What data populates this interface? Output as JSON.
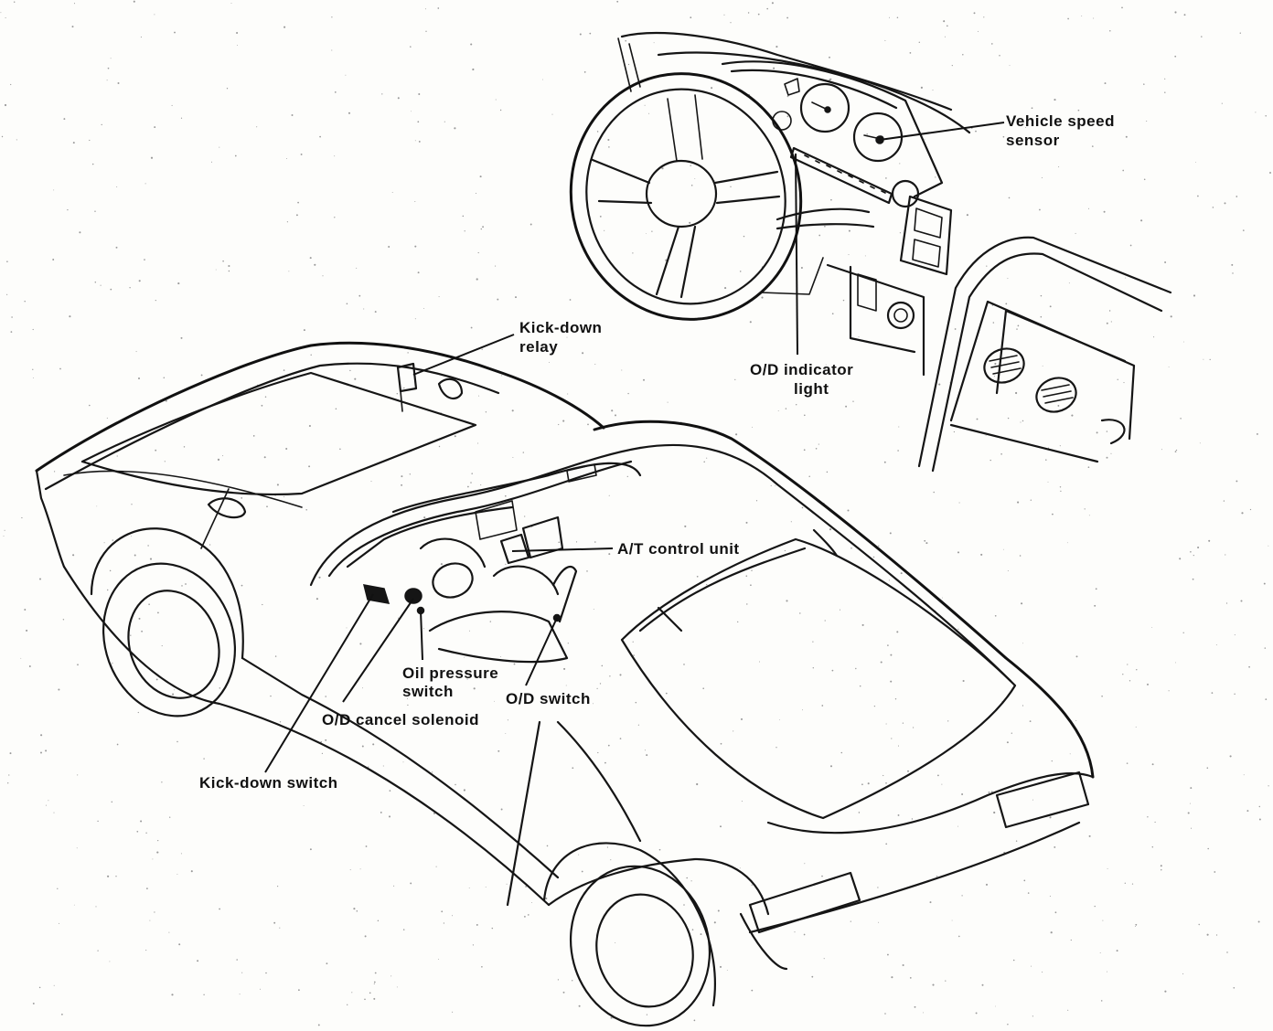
{
  "labels": {
    "kick_down_relay": [
      "Kick-down",
      "relay"
    ],
    "vehicle_speed_sensor": [
      "Vehicle speed",
      "sensor"
    ],
    "od_indicator_light": [
      "O/D indicator",
      "light"
    ],
    "at_control_unit": "A/T control unit",
    "oil_pressure_switch": [
      "Oil pressure",
      "switch"
    ],
    "od_switch": "O/D switch",
    "od_cancel_solenoid": "O/D cancel solenoid",
    "kick_down_switch": "Kick-down switch"
  },
  "colors": {
    "ink": "#151515",
    "paper": "#fdfdfb"
  }
}
